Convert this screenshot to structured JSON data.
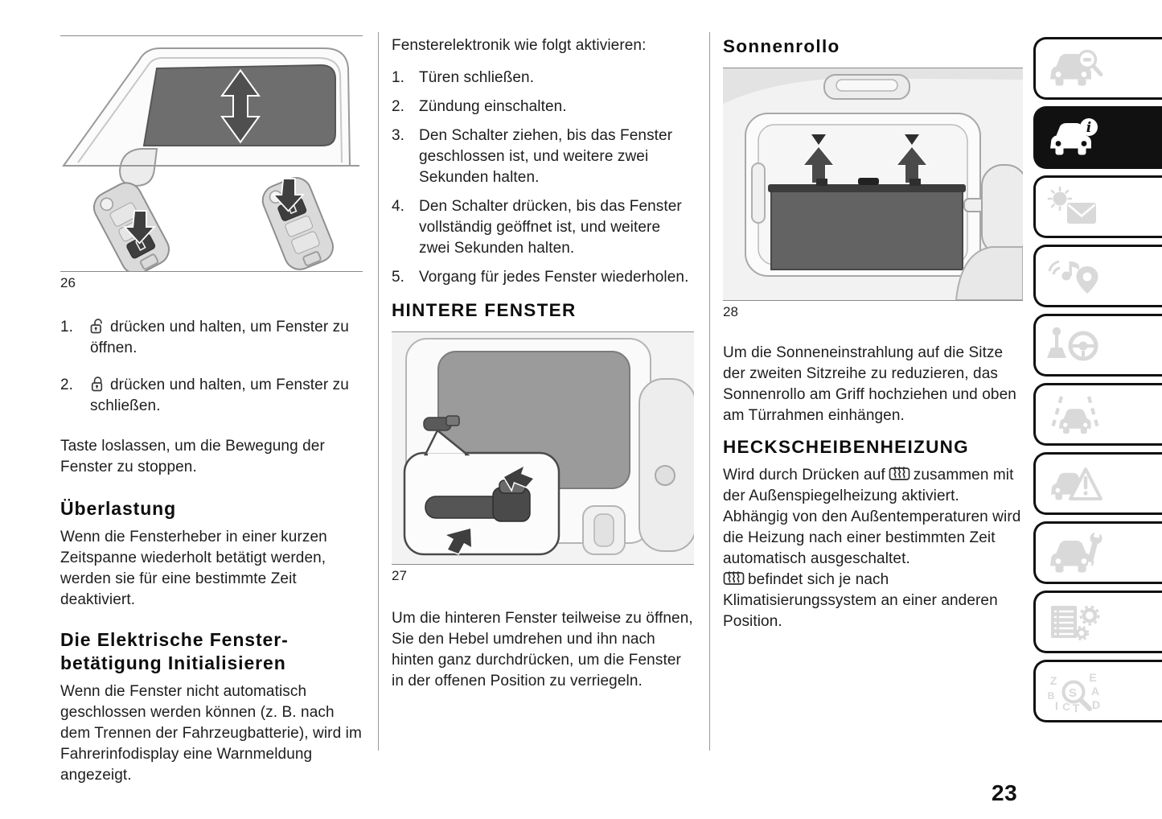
{
  "page": {
    "number": "23",
    "accent_color": "#111111",
    "text_color": "#1d1d1b"
  },
  "figures": {
    "fig26": {
      "caption": "26"
    },
    "fig27": {
      "caption": "27"
    },
    "fig28": {
      "caption": "28"
    }
  },
  "left": {
    "items": [
      {
        "num": "1.",
        "icon": "unlock-icon",
        "text": "drücken und halten, um Fenster zu öffnen."
      },
      {
        "num": "2.",
        "icon": "lock-icon",
        "text": "drücken und halten, um Fenster zu schließen."
      }
    ],
    "release_note": "Taste loslassen, um die Bewegung der Fenster zu stoppen.",
    "overload_heading": "Überlastung",
    "overload_text": "Wenn die Fensterheber in einer kurzen Zeitspanne wiederholt betätigt werden, werden sie für eine bestimmte Zeit deaktiviert.",
    "init_heading": "Die Elektrische Fenster-betätigung Initialisieren",
    "init_text": "Wenn die Fenster nicht automatisch geschlossen werden können (z. B. nach dem Trennen der Fahrzeugbatterie), wird im Fahrerinfodisplay eine Warnmeldung angezeigt."
  },
  "middle": {
    "intro": "Fensterelektronik wie folgt aktivieren:",
    "steps": [
      {
        "num": "1.",
        "text": "Türen schließen."
      },
      {
        "num": "2.",
        "text": "Zündung einschalten."
      },
      {
        "num": "3.",
        "text": "Den Schalter ziehen, bis das Fenster geschlossen ist, und weitere zwei Sekunden halten."
      },
      {
        "num": "4.",
        "text": "Den Schalter drücken, bis das Fenster vollständig geöffnet ist, und weitere zwei Sekunden halten."
      },
      {
        "num": "5.",
        "text": "Vorgang für jedes Fenster wiederholen."
      }
    ],
    "rear_heading": "HINTERE FENSTER",
    "rear_text": "Um die hinteren Fenster teilweise zu öffnen, Sie den Hebel umdrehen und ihn nach hinten ganz durchdrücken, um die Fenster in der offenen Position zu verriegeln."
  },
  "right": {
    "sun_heading": "Sonnenrollo",
    "sun_text": "Um die Sonneneinstrahlung auf die Sitze der zweiten Sitzreihe zu reduzieren, das Sonnenrollo am Griff hochziehen und oben am Türrahmen einhängen.",
    "heat_heading": "HECKSCHEIBENHEIZUNG",
    "heat_p1_before_icon": "Wird durch Drücken auf",
    "heat_p1_after_icon": "zusammen mit der Außenspiegelheizung aktiviert. Abhängig von den Außentemperaturen wird die Heizung nach einer bestimmten Zeit automatisch ausgeschaltet.",
    "heat_p2_after_icon": "befindet sich je nach Klimatisierungssystem an einer anderen Position."
  },
  "sidebar": {
    "active_index": 1,
    "tabs": [
      {
        "icon": "car-magnifier-icon",
        "active": false
      },
      {
        "icon": "car-info-icon",
        "active": true
      },
      {
        "icon": "warning-light-message-icon",
        "active": false
      },
      {
        "icon": "multimedia-navigation-icon",
        "active": false
      },
      {
        "icon": "gearshift-steering-icon",
        "active": false
      },
      {
        "icon": "driving-assistance-icon",
        "active": false
      },
      {
        "icon": "emergency-triangle-icon",
        "active": false
      },
      {
        "icon": "car-wrench-icon",
        "active": false
      },
      {
        "icon": "technical-data-icon",
        "active": false
      },
      {
        "icon": "alphabetical-index-icon",
        "active": false
      }
    ],
    "index_letters": [
      "Z",
      "E",
      "B",
      "A",
      "I",
      "C",
      "T",
      "D"
    ],
    "index_lens_letter": "S"
  }
}
